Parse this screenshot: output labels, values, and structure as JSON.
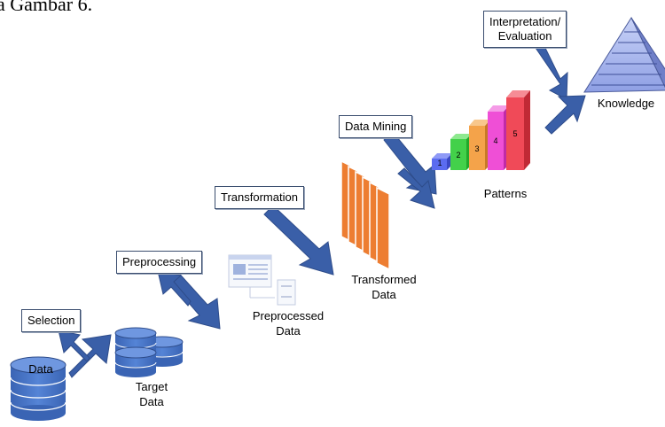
{
  "caption": "a Gambar 6.",
  "steps": {
    "selection": "Selection",
    "preprocessing": "Preprocessing",
    "transformation": "Transformation",
    "data_mining": "Data Mining",
    "interpretation_line1": "Interpretation/",
    "interpretation_line2": "Evaluation"
  },
  "stages": {
    "data": "Data",
    "target_line1": "Target",
    "target_line2": "Data",
    "preprocessed_line1": "Preprocessed",
    "preprocessed_line2": "Data",
    "transformed_line1": "Transformed",
    "transformed_line2": "Data",
    "patterns": "Patterns",
    "knowledge": "Knowledge"
  },
  "pattern_bars": [
    "1",
    "2",
    "3",
    "4",
    "5"
  ],
  "colors": {
    "arrow": "#3a5fa8",
    "database": "#4472c4",
    "transformed": "#ed7d31",
    "bar1": "#5b6cf0",
    "bar2": "#43d14a",
    "bar3": "#f4a34a",
    "bar4": "#ef4fd6",
    "bar5": "#f04a58",
    "pyramid": "#aab8ee"
  }
}
